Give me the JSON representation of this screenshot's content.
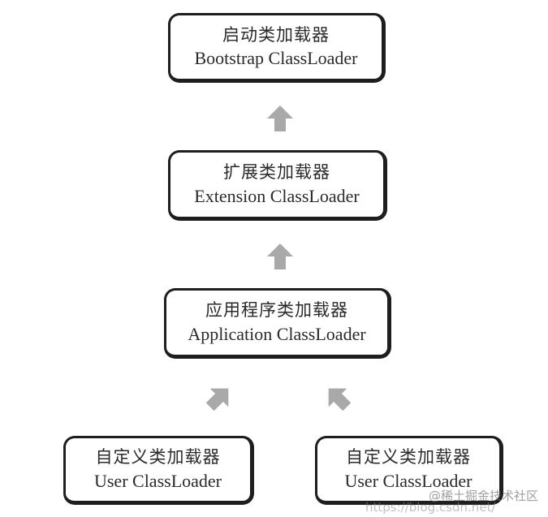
{
  "nodes": {
    "bootstrap": {
      "cn": "启动类加载器",
      "en": "Bootstrap ClassLoader"
    },
    "extension": {
      "cn": "扩展类加载器",
      "en": "Extension ClassLoader"
    },
    "application": {
      "cn": "应用程序类加载器",
      "en": "Application ClassLoader"
    },
    "user_left": {
      "cn": "自定义类加载器",
      "en": "User ClassLoader"
    },
    "user_right": {
      "cn": "自定义类加载器",
      "en": "User ClassLoader"
    }
  },
  "colors": {
    "arrow": "#a9a9a9",
    "border": "#1e1e1e"
  },
  "watermark": {
    "text": "@稀土掘金技术社区",
    "url": "https://blog.csdn.net/"
  }
}
